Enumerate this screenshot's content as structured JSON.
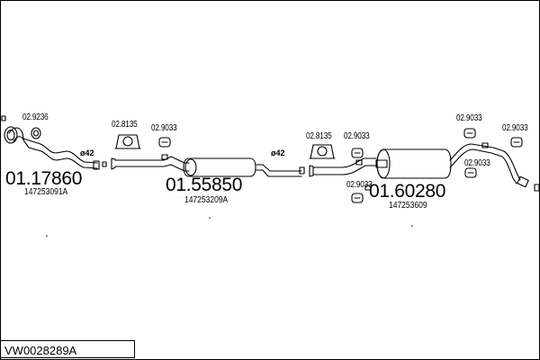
{
  "diagram": {
    "code": "VW0028289A",
    "parts": [
      {
        "part_no": "01.17860",
        "oe": "147253091A"
      },
      {
        "part_no": "01.55850",
        "oe": "147253209A"
      },
      {
        "part_no": "01.60280",
        "oe": "147253609"
      }
    ],
    "fittings": [
      {
        "id": "gasket",
        "label": "02.9236"
      },
      {
        "id": "clamp-1",
        "label": "02.8135"
      },
      {
        "id": "rubber-1",
        "label": "02.9033"
      },
      {
        "id": "clamp-2",
        "label": "02.8135"
      },
      {
        "id": "rubber-2",
        "label": "02.9033"
      },
      {
        "id": "rubber-3",
        "label": "02.9033"
      },
      {
        "id": "rubber-4",
        "label": "02.9033"
      },
      {
        "id": "rubber-5",
        "label": "02.9033"
      },
      {
        "id": "rubber-6",
        "label": "02.9033"
      }
    ],
    "diameters": [
      "ø42",
      "ø42"
    ]
  }
}
